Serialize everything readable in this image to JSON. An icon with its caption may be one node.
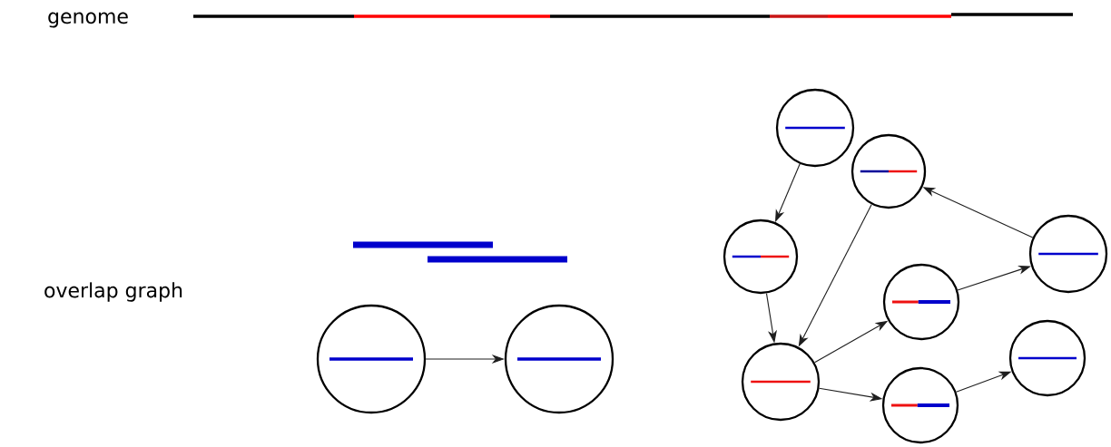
{
  "diagram": {
    "nodes": [
      {
        "text": [],
        "shape": "circle"
      },
      {
        "text": [],
        "shape": "circle"
      },
      {
        "text": [],
        "shape": "circle"
      },
      {
        "text": [],
        "shape": "circle"
      },
      {
        "text": [],
        "shape": "circle"
      },
      {
        "text": [],
        "shape": "circle"
      },
      {
        "text": [],
        "shape": "circle"
      },
      {
        "text": [],
        "shape": "circle"
      },
      {
        "text": [],
        "shape": "circle"
      },
      {
        "text": [],
        "shape": "circle"
      }
    ],
    "edges": [
      {
        "from": 0,
        "to": 1,
        "arrow": "to"
      },
      {
        "from": 4,
        "to": 2,
        "arrow": "to"
      },
      {
        "from": 2,
        "to": 3,
        "arrow": "to"
      },
      {
        "from": 5,
        "to": 3,
        "arrow": "to"
      },
      {
        "from": 3,
        "to": 6,
        "arrow": "to"
      },
      {
        "from": 3,
        "to": 7,
        "arrow": "to"
      },
      {
        "from": 6,
        "to": 9,
        "arrow": "to"
      },
      {
        "from": 9,
        "to": 5,
        "arrow": "to"
      },
      {
        "from": 7,
        "to": 8,
        "arrow": "to"
      }
    ],
    "labels": [
      "genome",
      "overlap graph"
    ]
  }
}
